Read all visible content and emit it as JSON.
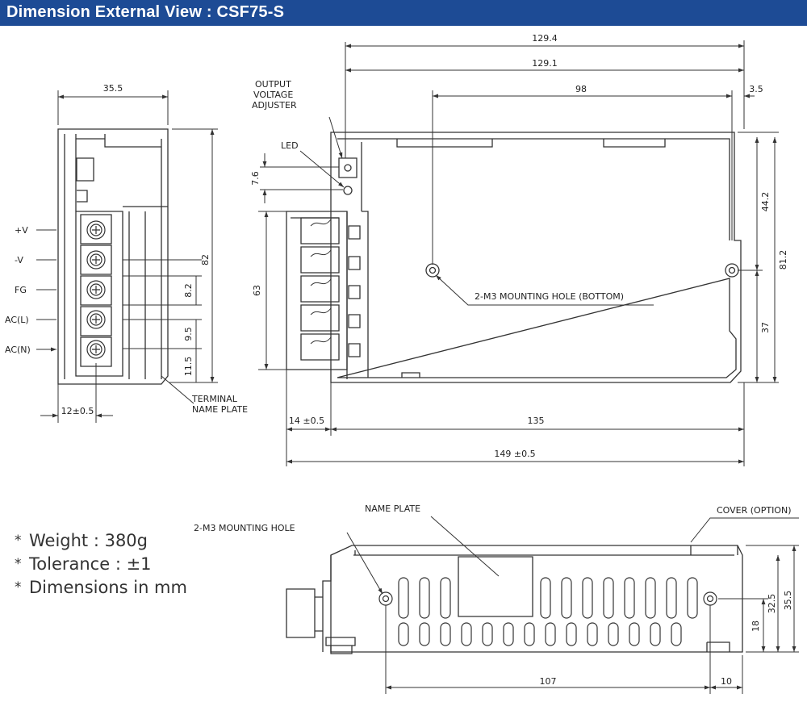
{
  "header": {
    "title": "Dimension External View : CSF75-S"
  },
  "notes": [
    {
      "bullet": "*",
      "text": "Weight : 380g"
    },
    {
      "bullet": "*",
      "text": "Tolerance : ±1"
    },
    {
      "bullet": "*",
      "text": "Dimensions in mm"
    }
  ],
  "side_view": {
    "width_dim": "35.5",
    "terminals": [
      "+V",
      "-V",
      "FG",
      "AC(L)",
      "AC(N)"
    ],
    "pitch_dims": [
      "8.2",
      "9.5",
      "11.5"
    ],
    "height_dim": "82",
    "offset_dim": "12±0.5",
    "label_terminal_plate_1": "TERMINAL",
    "label_terminal_plate_2": "NAME PLATE"
  },
  "top_view": {
    "dim_overall": "129.4",
    "dim_body": "129.1",
    "dim_holes": "98",
    "dim_edge": "3.5",
    "dim_led": "7.6",
    "dim_terminal": "63",
    "dim_upper": "44.2",
    "dim_height": "81.2",
    "dim_lower": "37",
    "dim_term_offset": "14 ±0.5",
    "dim_case": "135",
    "dim_total": "149 ±0.5",
    "label_adjuster_1": "OUTPUT",
    "label_adjuster_2": "VOLTAGE",
    "label_adjuster_3": "ADJUSTER",
    "label_led": "LED",
    "label_holes": "2-M3 MOUNTING HOLE (BOTTOM)"
  },
  "front_view": {
    "label_holes": "2-M3 MOUNTING HOLE",
    "label_plate": "NAME PLATE",
    "label_cover": "COVER (OPTION)",
    "dim_spacing": "107",
    "dim_edge": "10",
    "dim_hole_h": "18",
    "dim_mid": "32.5",
    "dim_height": "35.5"
  },
  "colors": {
    "header_bg": "#1d4b95",
    "header_text": "#ffffff",
    "line": "#333333"
  }
}
